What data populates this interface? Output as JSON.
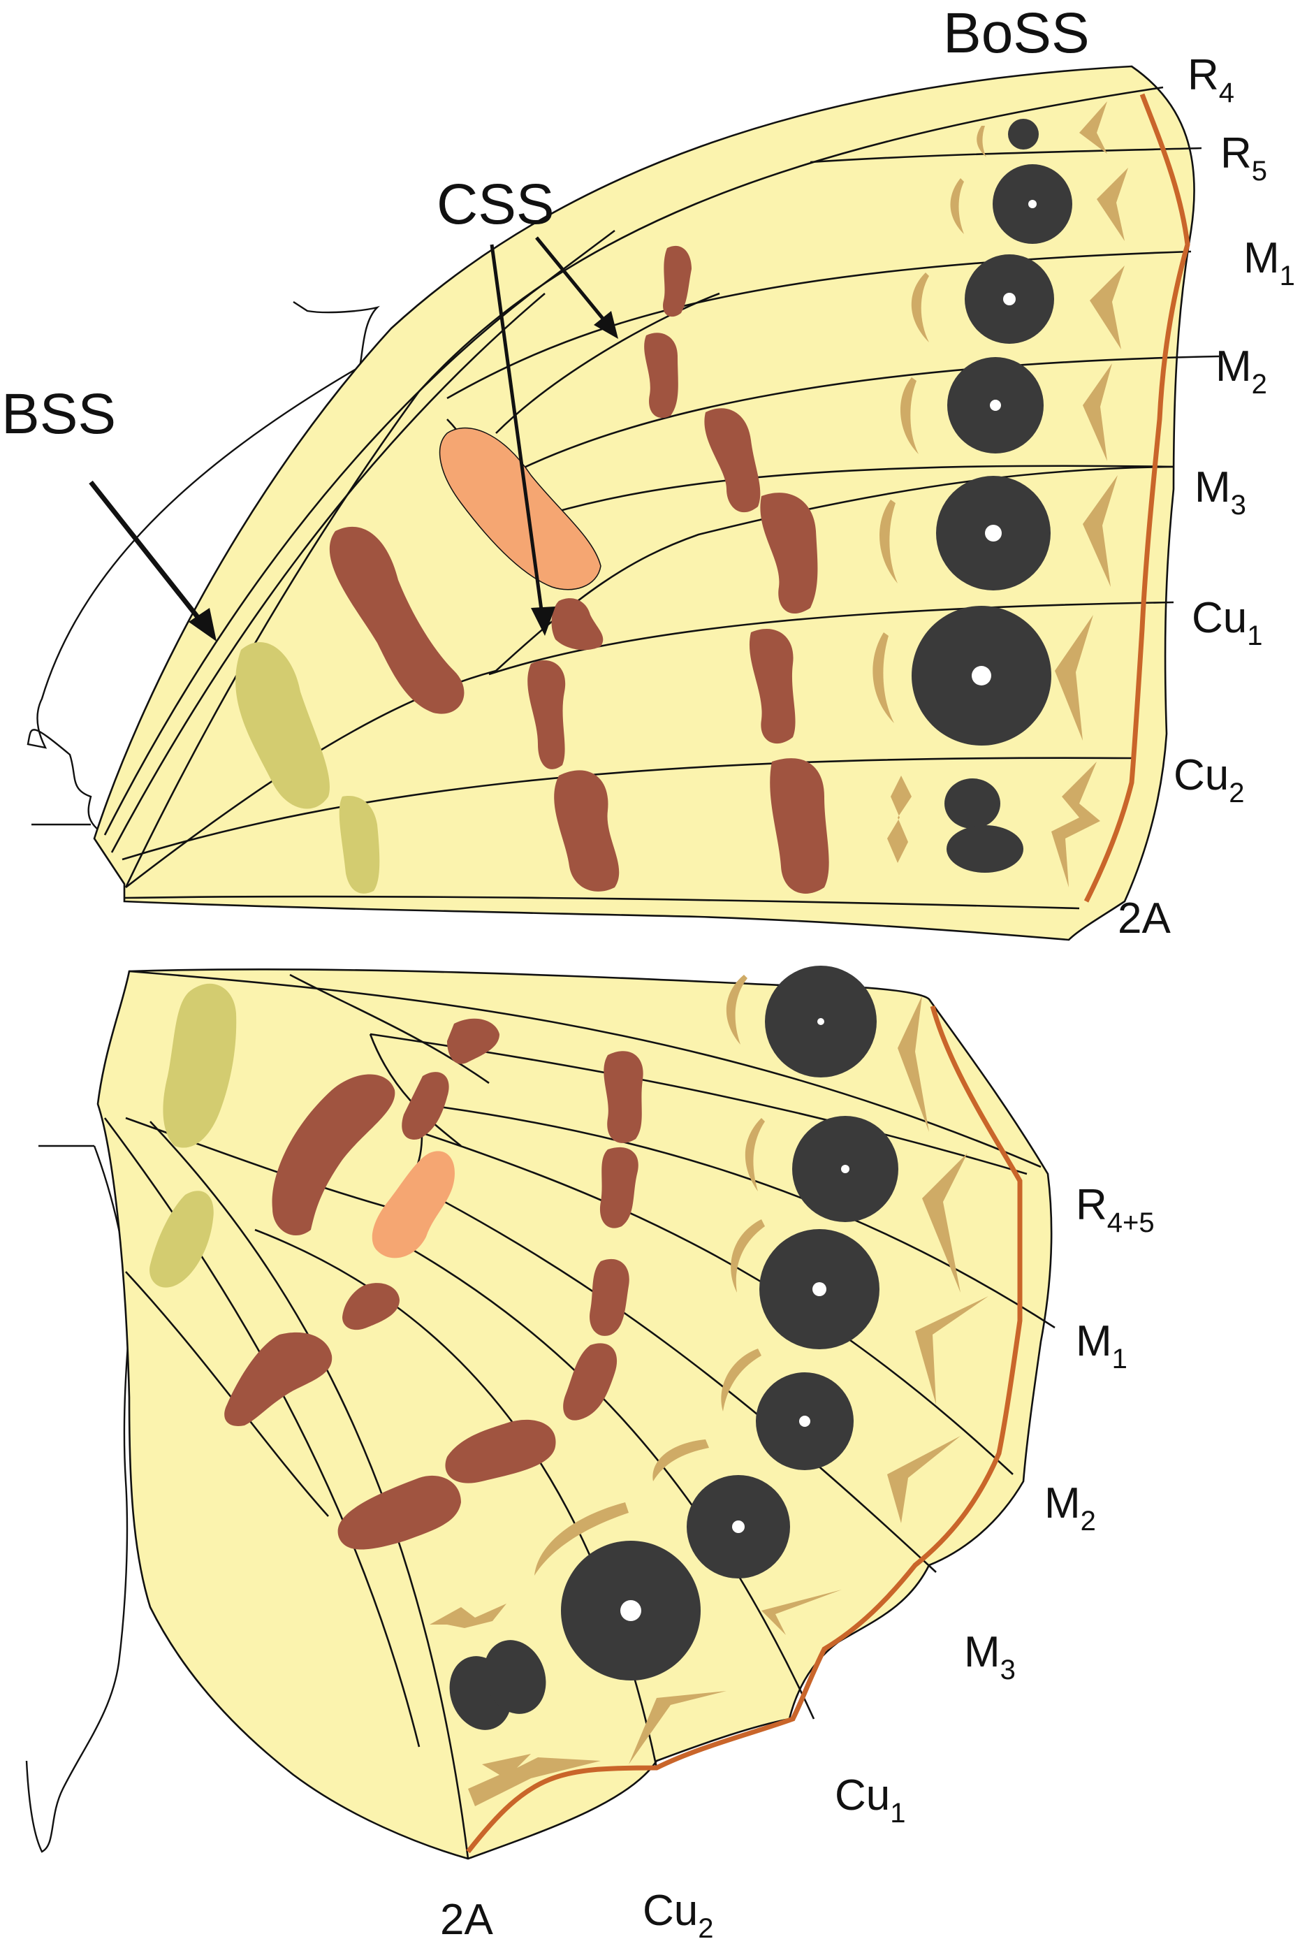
{
  "diagram": {
    "forewing_veins": [
      {
        "id": "fw-r4",
        "label": "R",
        "sub": "4"
      },
      {
        "id": "fw-r5",
        "label": "R",
        "sub": "5"
      },
      {
        "id": "fw-m1",
        "label": "M",
        "sub": "1"
      },
      {
        "id": "fw-m2",
        "label": "M",
        "sub": "2"
      },
      {
        "id": "fw-m3",
        "label": "M",
        "sub": "3"
      },
      {
        "id": "fw-cu1",
        "label": "Cu",
        "sub": "1"
      },
      {
        "id": "fw-cu2",
        "label": "Cu",
        "sub": "2"
      },
      {
        "id": "fw-2a",
        "label": "2A",
        "sub": ""
      }
    ],
    "hindwing_veins": [
      {
        "id": "hw-r45",
        "label": "R",
        "sub": "4+5"
      },
      {
        "id": "hw-m1",
        "label": "M",
        "sub": "1"
      },
      {
        "id": "hw-m2",
        "label": "M",
        "sub": "2"
      },
      {
        "id": "hw-m3",
        "label": "M",
        "sub": "3"
      },
      {
        "id": "hw-cu1",
        "label": "Cu",
        "sub": "1"
      },
      {
        "id": "hw-cu2",
        "label": "Cu",
        "sub": "2"
      },
      {
        "id": "hw-2a",
        "label": "2A",
        "sub": ""
      }
    ],
    "symmetry_systems": {
      "boss": "BoSS",
      "css": "CSS",
      "bss": "BSS"
    },
    "colors": {
      "wing_fill": "#FBF3AE",
      "central_band": "#A05440",
      "basal_band": "#D3CC70",
      "discal_spot": "#F5A672",
      "eyespot": "#3A3A3A",
      "parafocal": "#CFAB66",
      "marginal_line": "#C9652A"
    }
  }
}
